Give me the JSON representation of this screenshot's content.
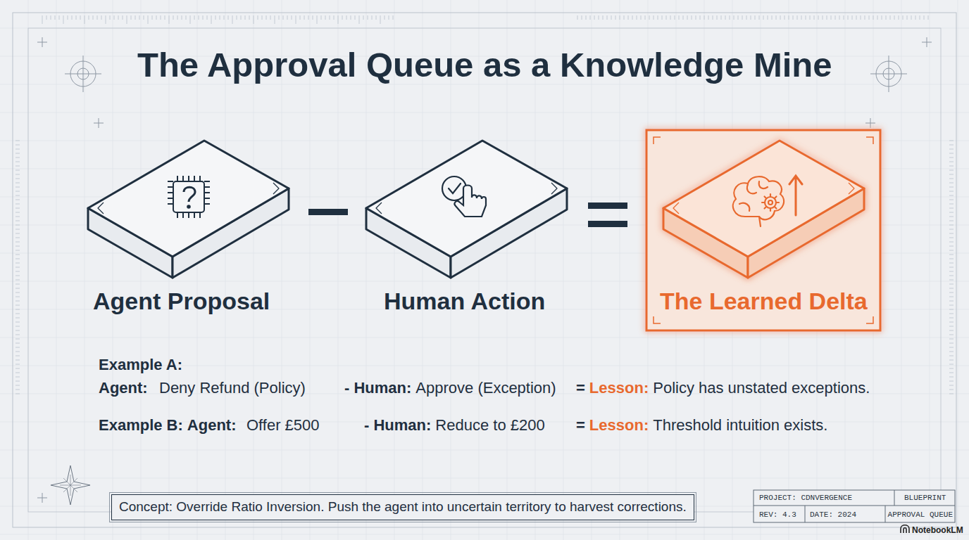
{
  "diagram": {
    "title": "The Approval Queue as a Knowledge Mine",
    "caption": "Concept: Override Ratio Inversion. Push the agent into uncertain territory to harvest corrections.",
    "nodes": [
      {
        "text": [
          "Agent Proposal"
        ]
      },
      {
        "text": [
          "Human Action"
        ]
      },
      {
        "text": [
          "The Learned Delta"
        ]
      }
    ],
    "labels": [
      "Example A:",
      "Agent:",
      "Deny Refund (Policy)",
      "- Human:",
      "Approve (Exception)",
      "=",
      "Lesson:",
      "Policy has unstated exceptions.",
      "Example B:",
      "Agent:",
      "Offer £500",
      "- Human:",
      "Reduce to £200",
      "=",
      "Lesson:",
      "Threshold intuition exists.",
      "PROJECT: CDNVERGENCE",
      "BLUEPRINT",
      "REV: 4.3",
      "DATE: 2024",
      "APPROVAL QUEUE",
      "NotebookLM"
    ]
  }
}
